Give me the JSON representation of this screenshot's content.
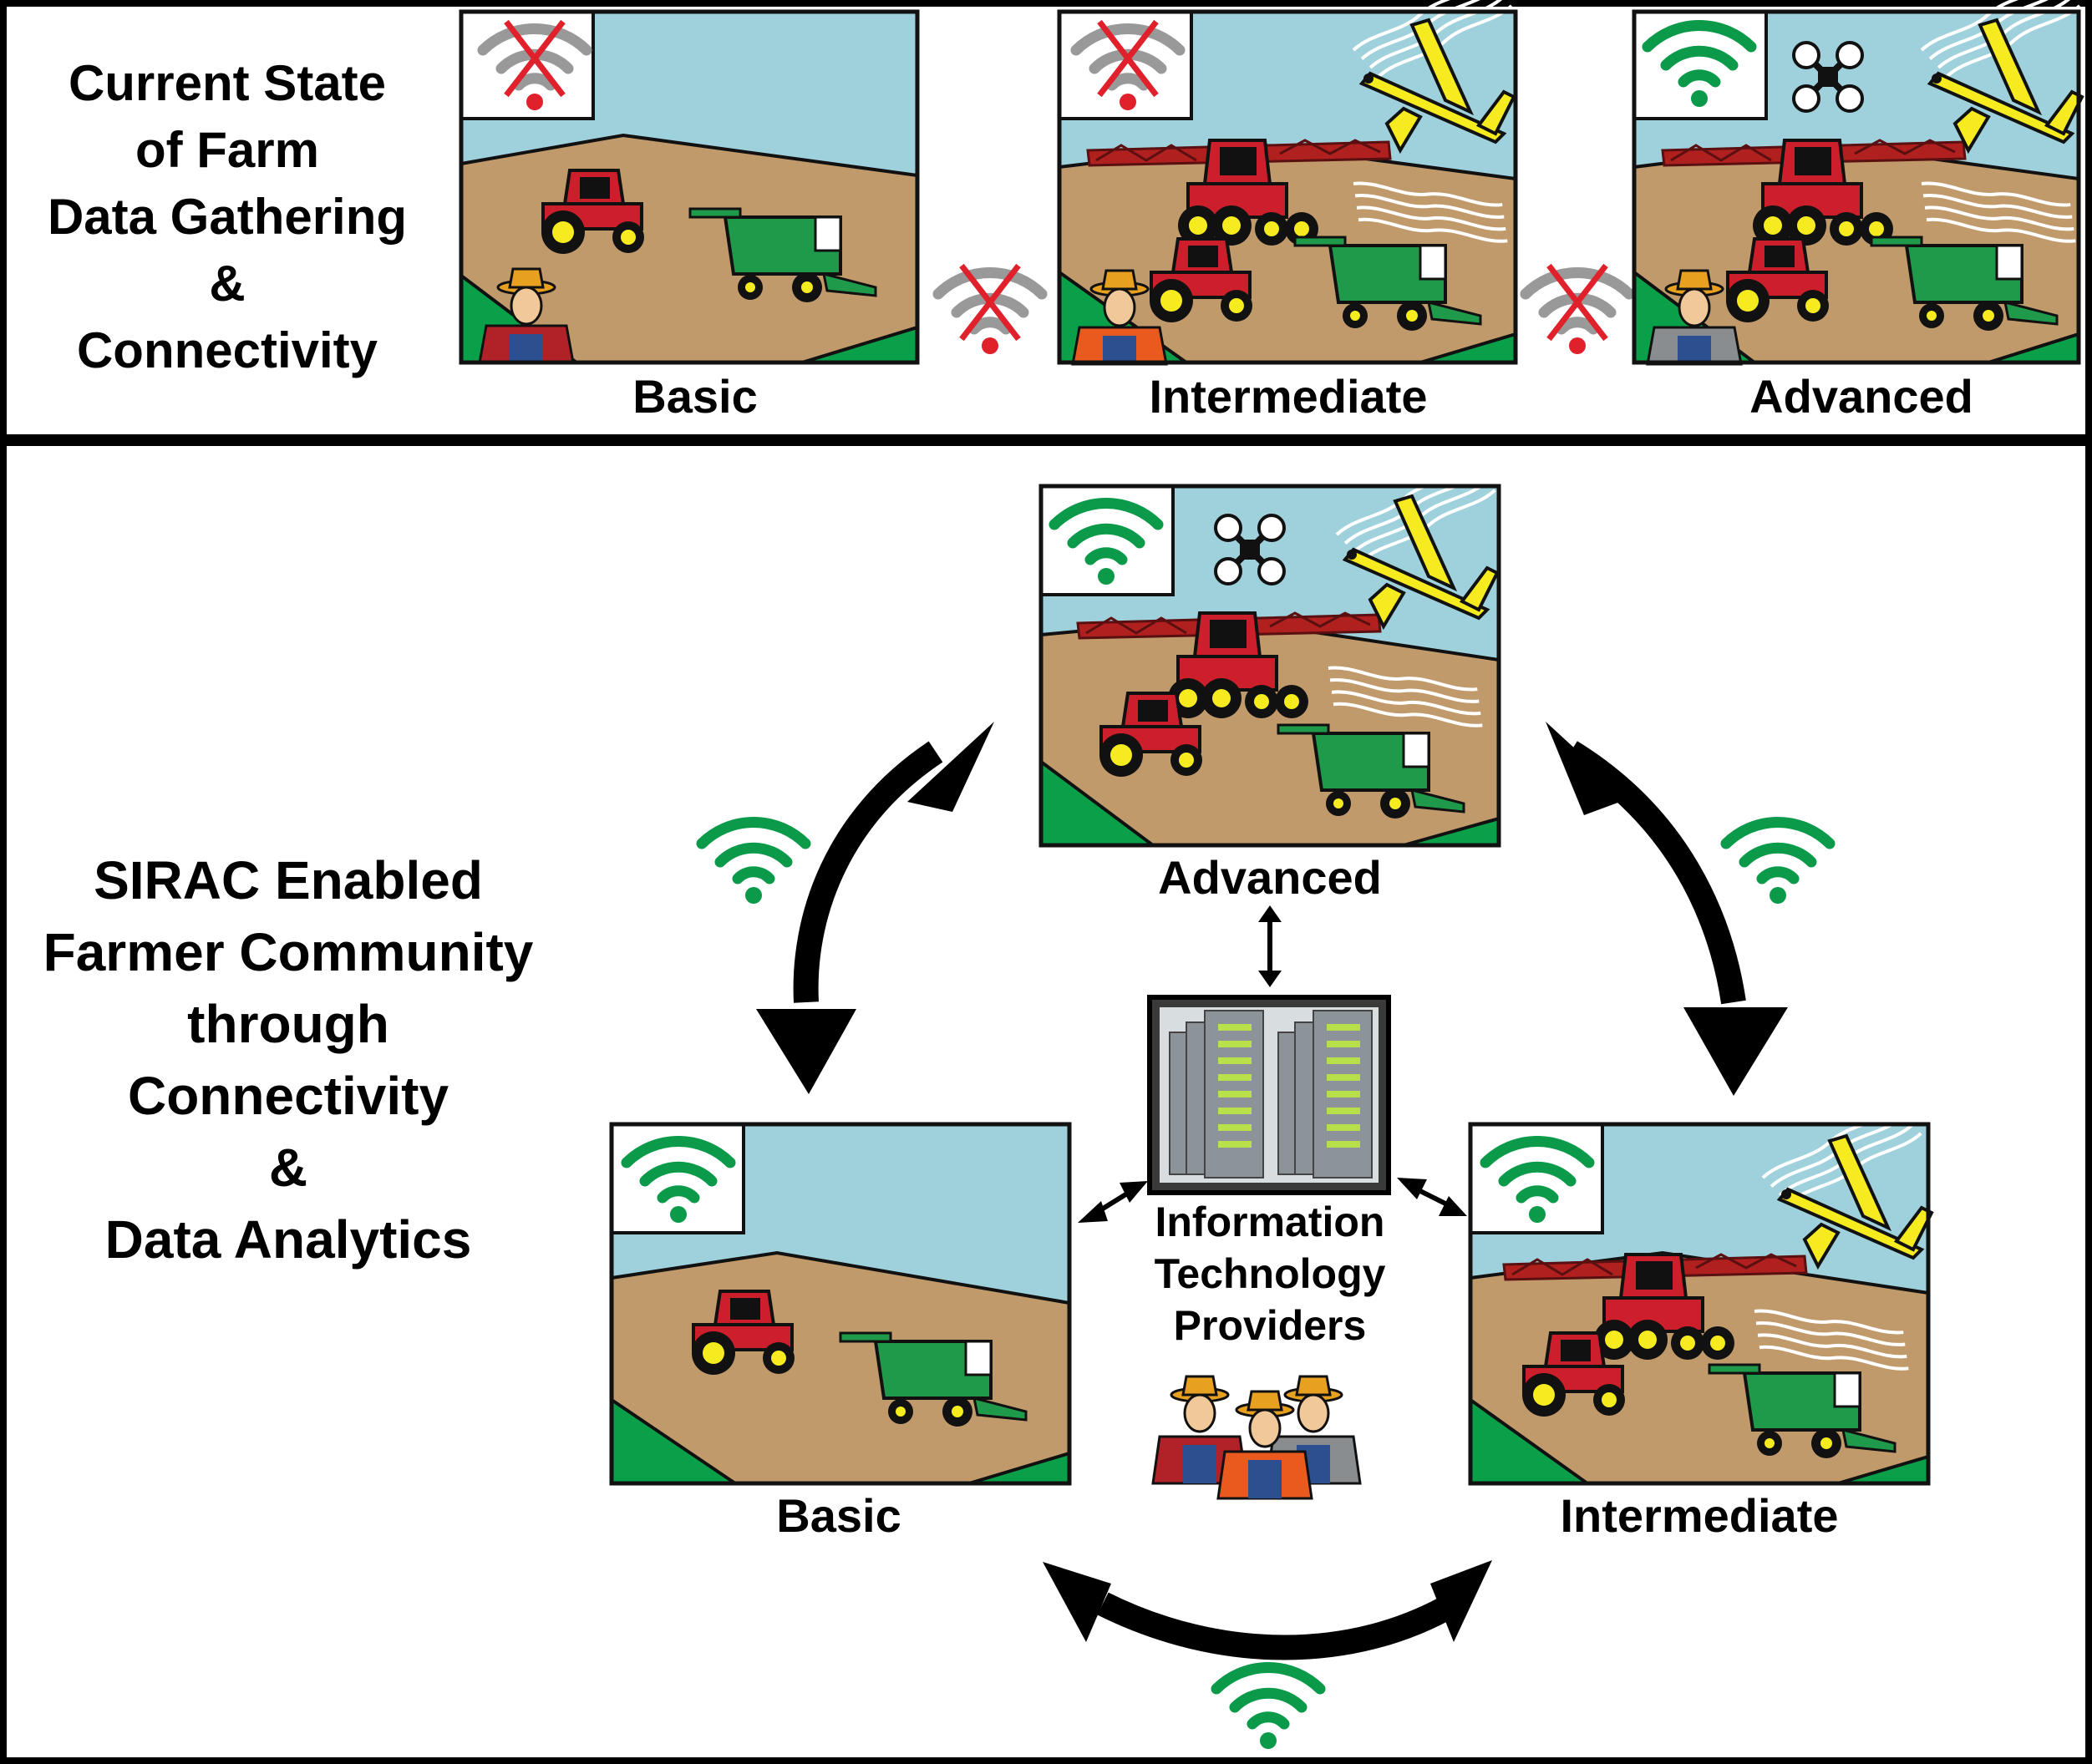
{
  "top_panel": {
    "title_lines": [
      "Current State",
      "of Farm",
      "Data Gathering",
      "&",
      "Connectivity"
    ],
    "levels": [
      {
        "label": "Basic",
        "connectivity": "none"
      },
      {
        "label": "Intermediate",
        "connectivity": "none"
      },
      {
        "label": "Advanced",
        "connectivity": "wifi"
      }
    ],
    "between_links": [
      "no-wifi-icon",
      "no-wifi-icon"
    ]
  },
  "bottom_panel": {
    "title_lines": [
      "SIRAC Enabled",
      "Farmer Community",
      "through",
      "Connectivity",
      "&",
      "Data Analytics"
    ],
    "nodes": {
      "advanced": "Advanced",
      "basic": "Basic",
      "intermediate": "Intermediate"
    },
    "it_label_lines": [
      "Information",
      "Technology",
      "Providers"
    ],
    "links": [
      "wifi-icon",
      "wifi-icon",
      "wifi-icon"
    ]
  },
  "colors": {
    "sky": "#9fd1dd",
    "soil": "#c19a6b",
    "grass": "#0aa04a",
    "wifi_on": "#0a9a4a",
    "wifi_off": "#999999",
    "no_signal_x": "#e0202a",
    "tractor_red": "#cc1f2b",
    "combine_green": "#1f9a4a",
    "plane_yellow": "#f5eb1f",
    "sprayer_red": "#b0201f"
  }
}
